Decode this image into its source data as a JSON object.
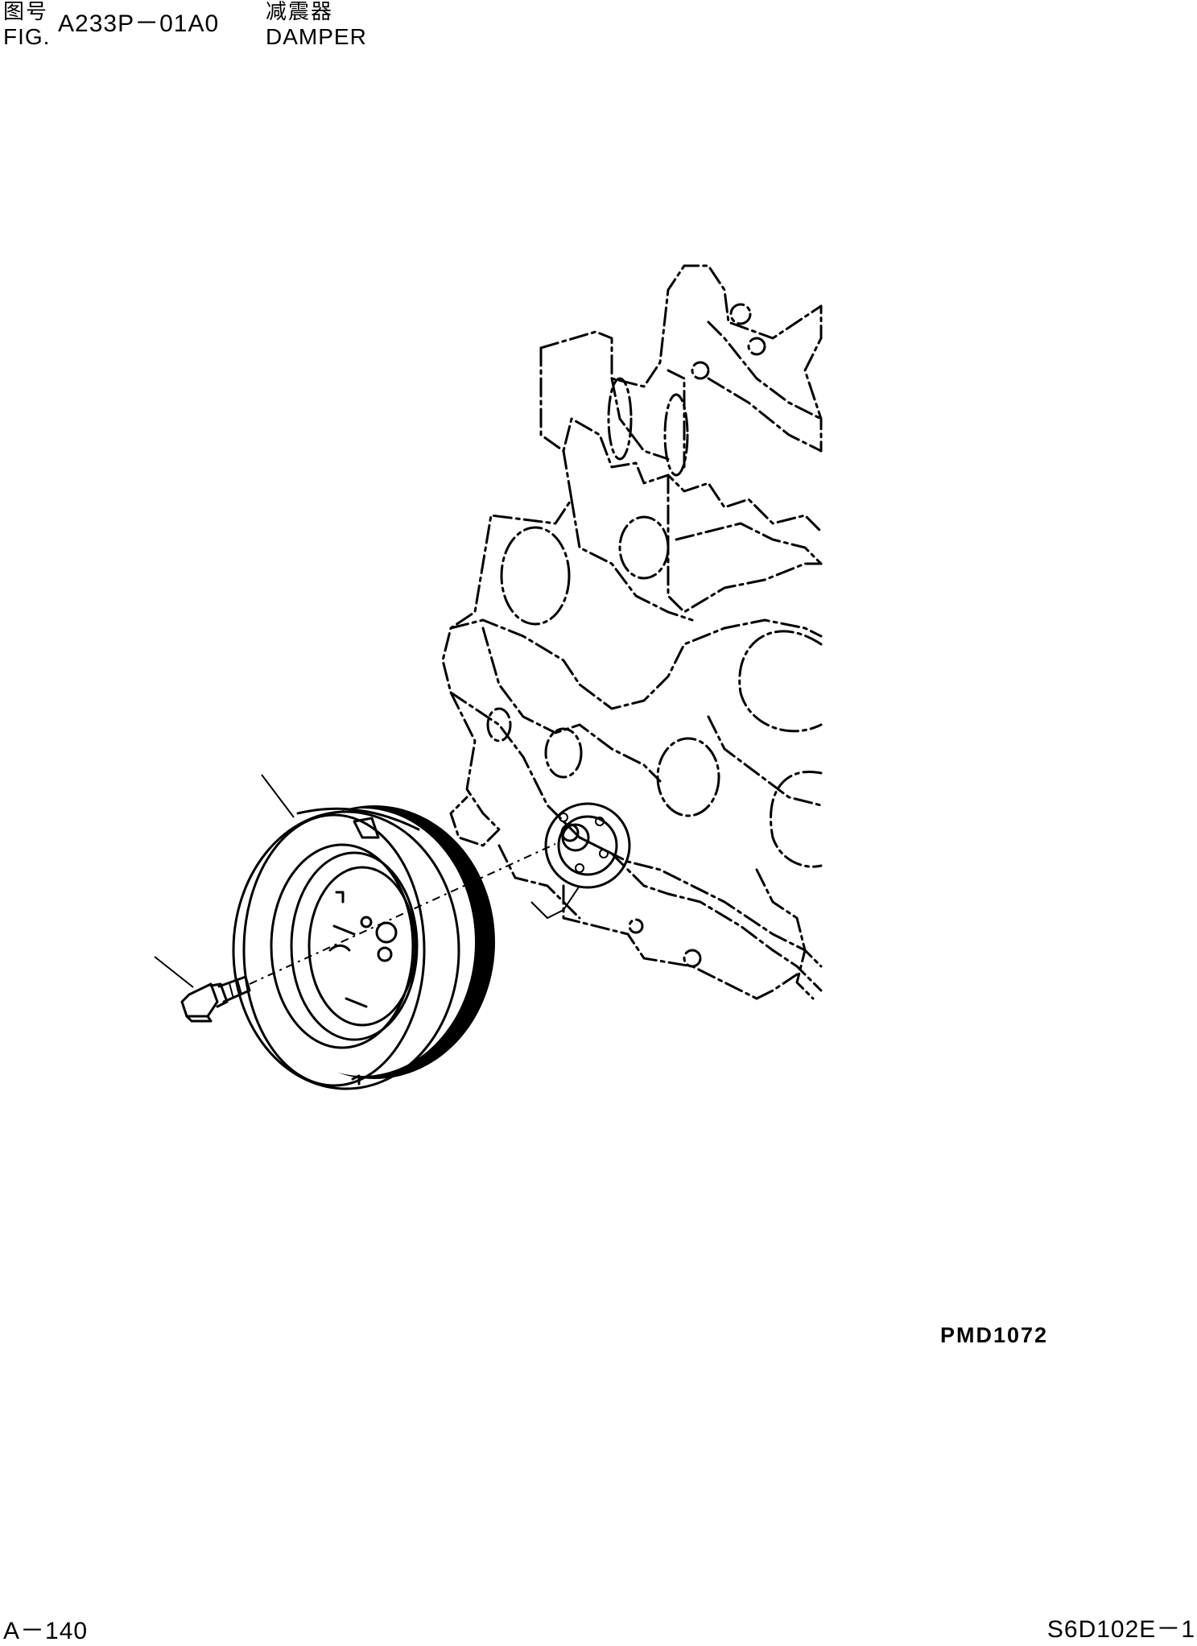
{
  "header": {
    "fig_label_cn": "图号",
    "fig_label_en": "FIG.",
    "fig_number": "A233P－01A0",
    "title_cn": "减震器",
    "title_en": "DAMPER"
  },
  "drawing_code": "PMD1072",
  "footer": {
    "page_number": "A－140",
    "model_code": "S6D102E－1"
  }
}
